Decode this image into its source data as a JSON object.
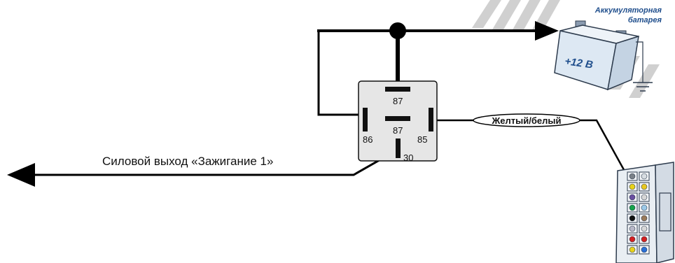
{
  "colors": {
    "wire": "#000000",
    "relay_fill": "#e6e6e6",
    "relay_stroke": "#111111",
    "battery_body": "#dde8f3",
    "battery_text": "#1f4e8c",
    "connector_body": "#e9eef3",
    "stripes": "#d0d0d0"
  },
  "relay": {
    "pins": {
      "top": "87",
      "center": "87",
      "left": "86",
      "right": "85",
      "bottom": "30"
    }
  },
  "output": {
    "label": "Силовой выход «Зажигание 1»"
  },
  "wire": {
    "label": "Желтый/белый"
  },
  "battery": {
    "title_line1": "Аккумуляторная",
    "title_line2": "батарея",
    "voltage": "+12 В"
  },
  "connector": {
    "pin_colors": [
      [
        "#7a8088",
        "#d8dde2"
      ],
      [
        "#e8d21a",
        "#e9c820"
      ],
      [
        "#6a4fa0",
        "#d6d6d6"
      ],
      [
        "#16a34a",
        "#9cc9e8"
      ],
      [
        "#111111",
        "#9a7a5a"
      ],
      [
        "#b7b7c7",
        "#d8d8d8"
      ],
      [
        "#d42020",
        "#d42020"
      ],
      [
        "#e8d21a",
        "#2a6fd6"
      ]
    ]
  },
  "icons": {
    "ground": "ground-symbol-icon",
    "arrow": "arrow-head-icon"
  }
}
